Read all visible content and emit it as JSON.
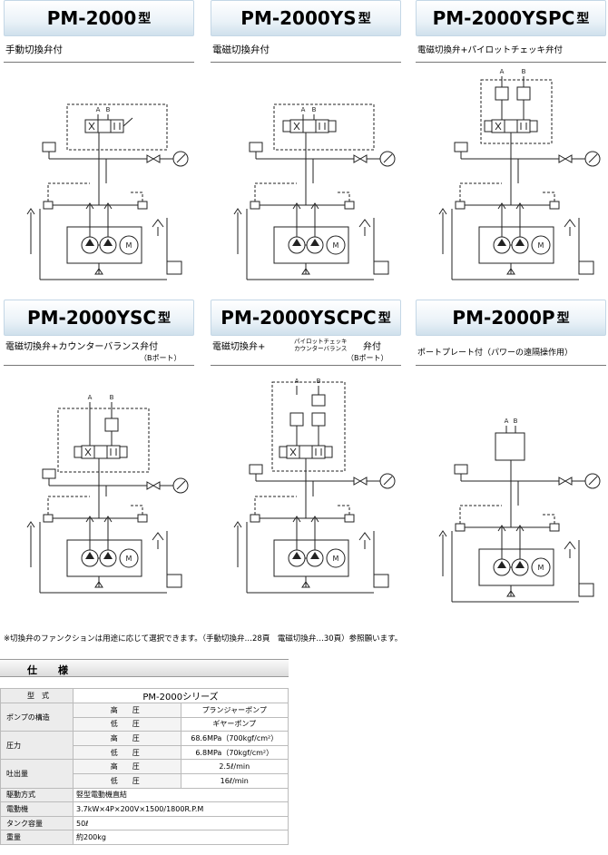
{
  "panels": [
    {
      "title_main": "PM-2000",
      "title_suffix": "型",
      "subtitle": "手動切換弁付"
    },
    {
      "title_main": "PM-2000YS",
      "title_suffix": "型",
      "subtitle": "電磁切換弁付"
    },
    {
      "title_main": "PM-2000YSPC",
      "title_suffix": "型",
      "subtitle": "電磁切換弁+パイロットチェッキ弁付"
    },
    {
      "title_main": "PM-2000YSC",
      "title_suffix": "型",
      "subtitle": "電磁切換弁+カウンターバランス弁付",
      "note": "（Bポート）"
    },
    {
      "title_main": "PM-2000YSCPC",
      "title_suffix": "型",
      "subtitle_a": "電磁切換弁+",
      "subtitle_stack_1": "パイロットチェッキ",
      "subtitle_stack_2": "カウンターバランス",
      "subtitle_b": "弁付",
      "note": "（Bポート）"
    },
    {
      "title_main": "PM-2000P",
      "title_suffix": "型",
      "subtitle": "ポートプレート付（パワーの遠隔操作用）"
    }
  ],
  "schematic_labels": {
    "port_a": "A",
    "port_b": "B",
    "motor": "M"
  },
  "footnote": "※切換弁のファンクションは用途に応じて選択できます。（手動切換弁…28頁　電磁切換弁…30頁）参照願います。",
  "spec": {
    "heading": "仕　様",
    "model_label": "型　式",
    "model_value": "PM-2000シリーズ",
    "pump_label": "ポンプの構造",
    "pressure_label": "圧力",
    "flow_label": "吐出量",
    "high": "高　圧",
    "low": "低　圧",
    "pump_high": "プランジャーポンプ",
    "pump_low": "ギヤーポンプ",
    "pressure_high": "68.6MPa（700kgf/cm²）",
    "pressure_low": "6.8MPa（70kgf/cm²）",
    "flow_high": "2.5ℓ/min",
    "flow_low": "16ℓ/min",
    "drive_label": "駆動方式",
    "drive_value": "竪型電動機直結",
    "motor_label": "電動機",
    "motor_value": "3.7kW×4P×200V×1500/1800R.P.M",
    "tank_label": "タンク容量",
    "tank_value": "50ℓ",
    "weight_label": "重量",
    "weight_value": "約200kg"
  }
}
